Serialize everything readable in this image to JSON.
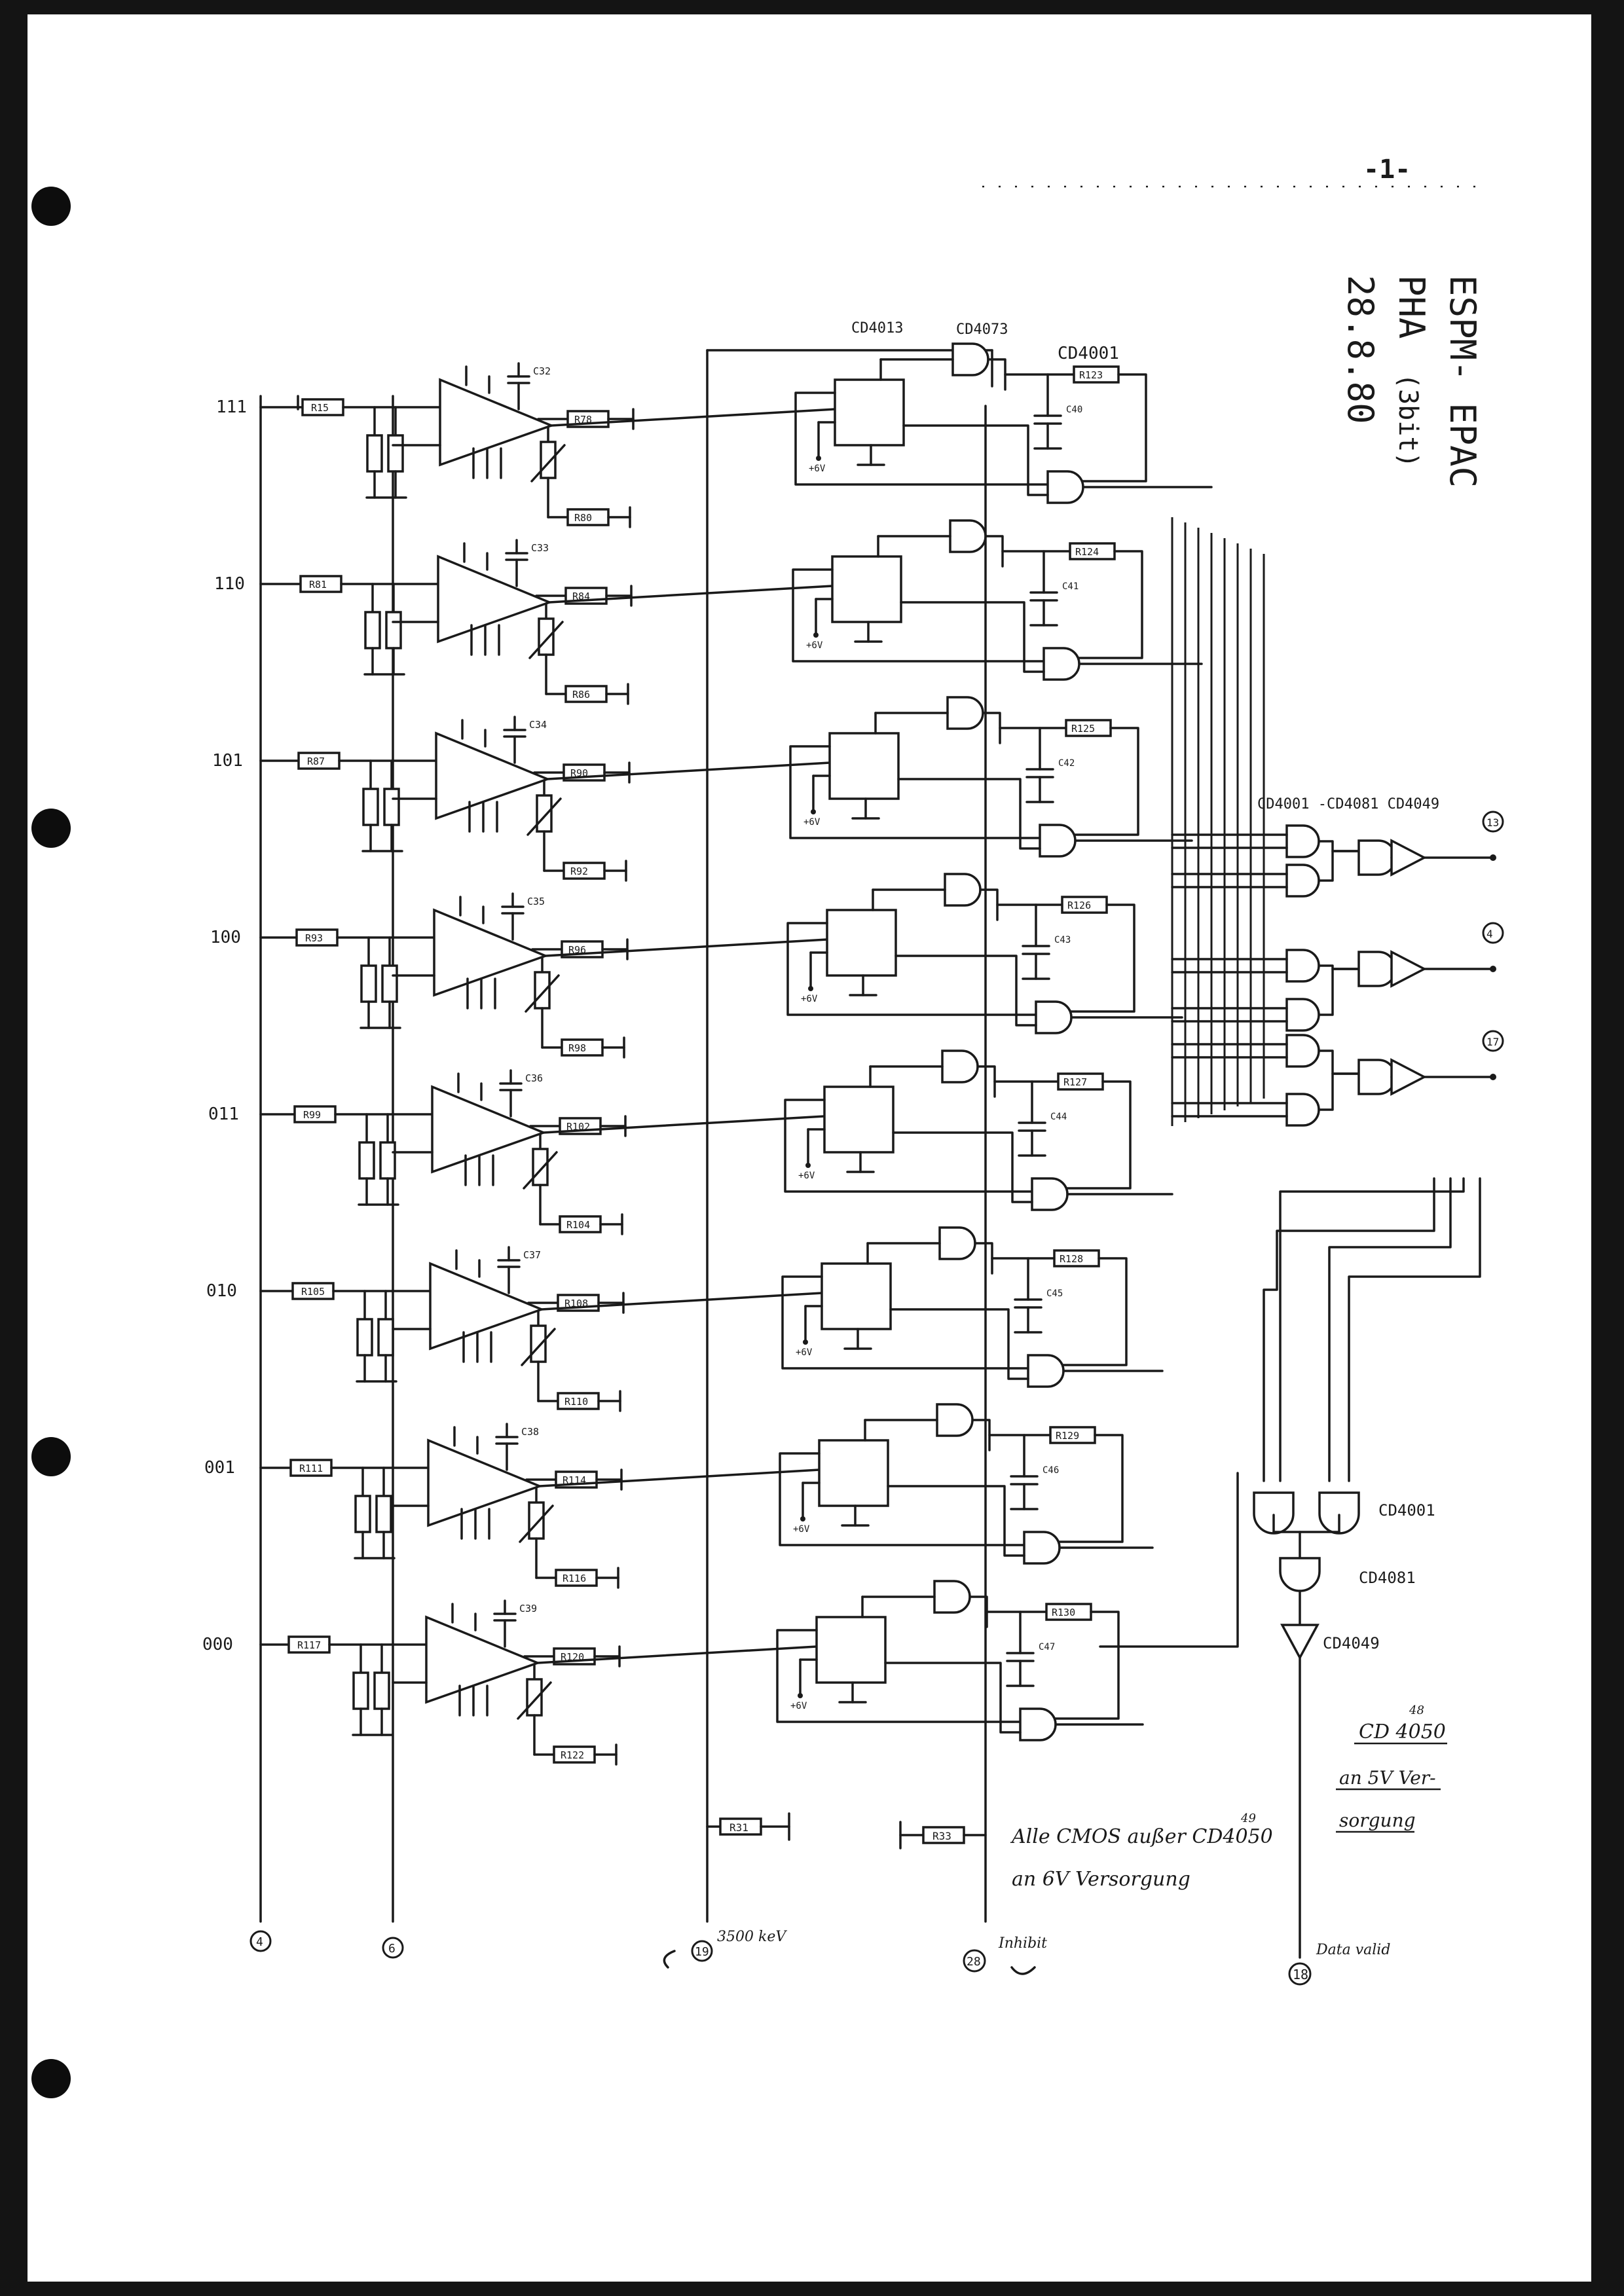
{
  "page": {
    "number": "-1-"
  },
  "title_block": {
    "line1": "ESPM- EPAC",
    "line2": "PHA",
    "line2_note": "(3bit)",
    "date": "28.8.80"
  },
  "ic_labels": {
    "flipflop": "CD4013",
    "nand_row": "CD4073",
    "nor_row": "CD4001",
    "encoder_row": "CD4001 -CD4081 CD4049",
    "or_gate": "CD4001",
    "and_gate": "CD4081",
    "inverter": "CD4049"
  },
  "channels": [
    {
      "code": "111",
      "input_resistor": "R15",
      "feedback_resistor": "R78",
      "bottom_resistor": "R80",
      "cap": "C32",
      "reset_resistor": "R123",
      "timing_cap": "C40"
    },
    {
      "code": "110",
      "input_resistor": "R81",
      "feedback_resistor": "R84",
      "bottom_resistor": "R86",
      "cap": "C33",
      "reset_resistor": "R124",
      "timing_cap": "C41"
    },
    {
      "code": "101",
      "input_resistor": "R87",
      "feedback_resistor": "R90",
      "bottom_resistor": "R92",
      "cap": "C34",
      "reset_resistor": "R125",
      "timing_cap": "C42"
    },
    {
      "code": "100",
      "input_resistor": "R93",
      "feedback_resistor": "R96",
      "bottom_resistor": "R98",
      "cap": "C35",
      "reset_resistor": "R126",
      "timing_cap": "C43"
    },
    {
      "code": "011",
      "input_resistor": "R99",
      "feedback_resistor": "R102",
      "bottom_resistor": "R104",
      "cap": "C36",
      "reset_resistor": "R127",
      "timing_cap": "C44"
    },
    {
      "code": "010",
      "input_resistor": "R105",
      "feedback_resistor": "R108",
      "bottom_resistor": "R110",
      "cap": "C37",
      "reset_resistor": "R128",
      "timing_cap": "C45"
    },
    {
      "code": "001",
      "input_resistor": "R111",
      "feedback_resistor": "R114",
      "bottom_resistor": "R116",
      "cap": "C38",
      "reset_resistor": "R129",
      "timing_cap": "C46"
    },
    {
      "code": "000",
      "input_resistor": "R117",
      "feedback_resistor": "R120",
      "bottom_resistor": "R122",
      "cap": "C39",
      "reset_resistor": "R130",
      "timing_cap": "C47"
    }
  ],
  "supply_label": "+6V",
  "outputs": {
    "top": "13",
    "middle": "4",
    "bottom": "17"
  },
  "bottom_pins": {
    "pin_a": "4",
    "pin_b": "6",
    "pin_c": "19",
    "pin_d": "28",
    "pin_e": "18"
  },
  "bottom_labels": {
    "kev": "3500 keV",
    "inhibit": "Inhibit",
    "data_valid": "Data valid",
    "r31": "R31",
    "r33": "R33"
  },
  "notes": {
    "cmos_line1": "Alle CMOS außer CD4050",
    "cmos_superscript": "49",
    "cmos_line2": "an 6V Versorgung",
    "cd_line1": "CD 4050",
    "cd_superscript": "48",
    "cd_line2": "an 5V Ver-",
    "cd_line3": "sorgung"
  }
}
